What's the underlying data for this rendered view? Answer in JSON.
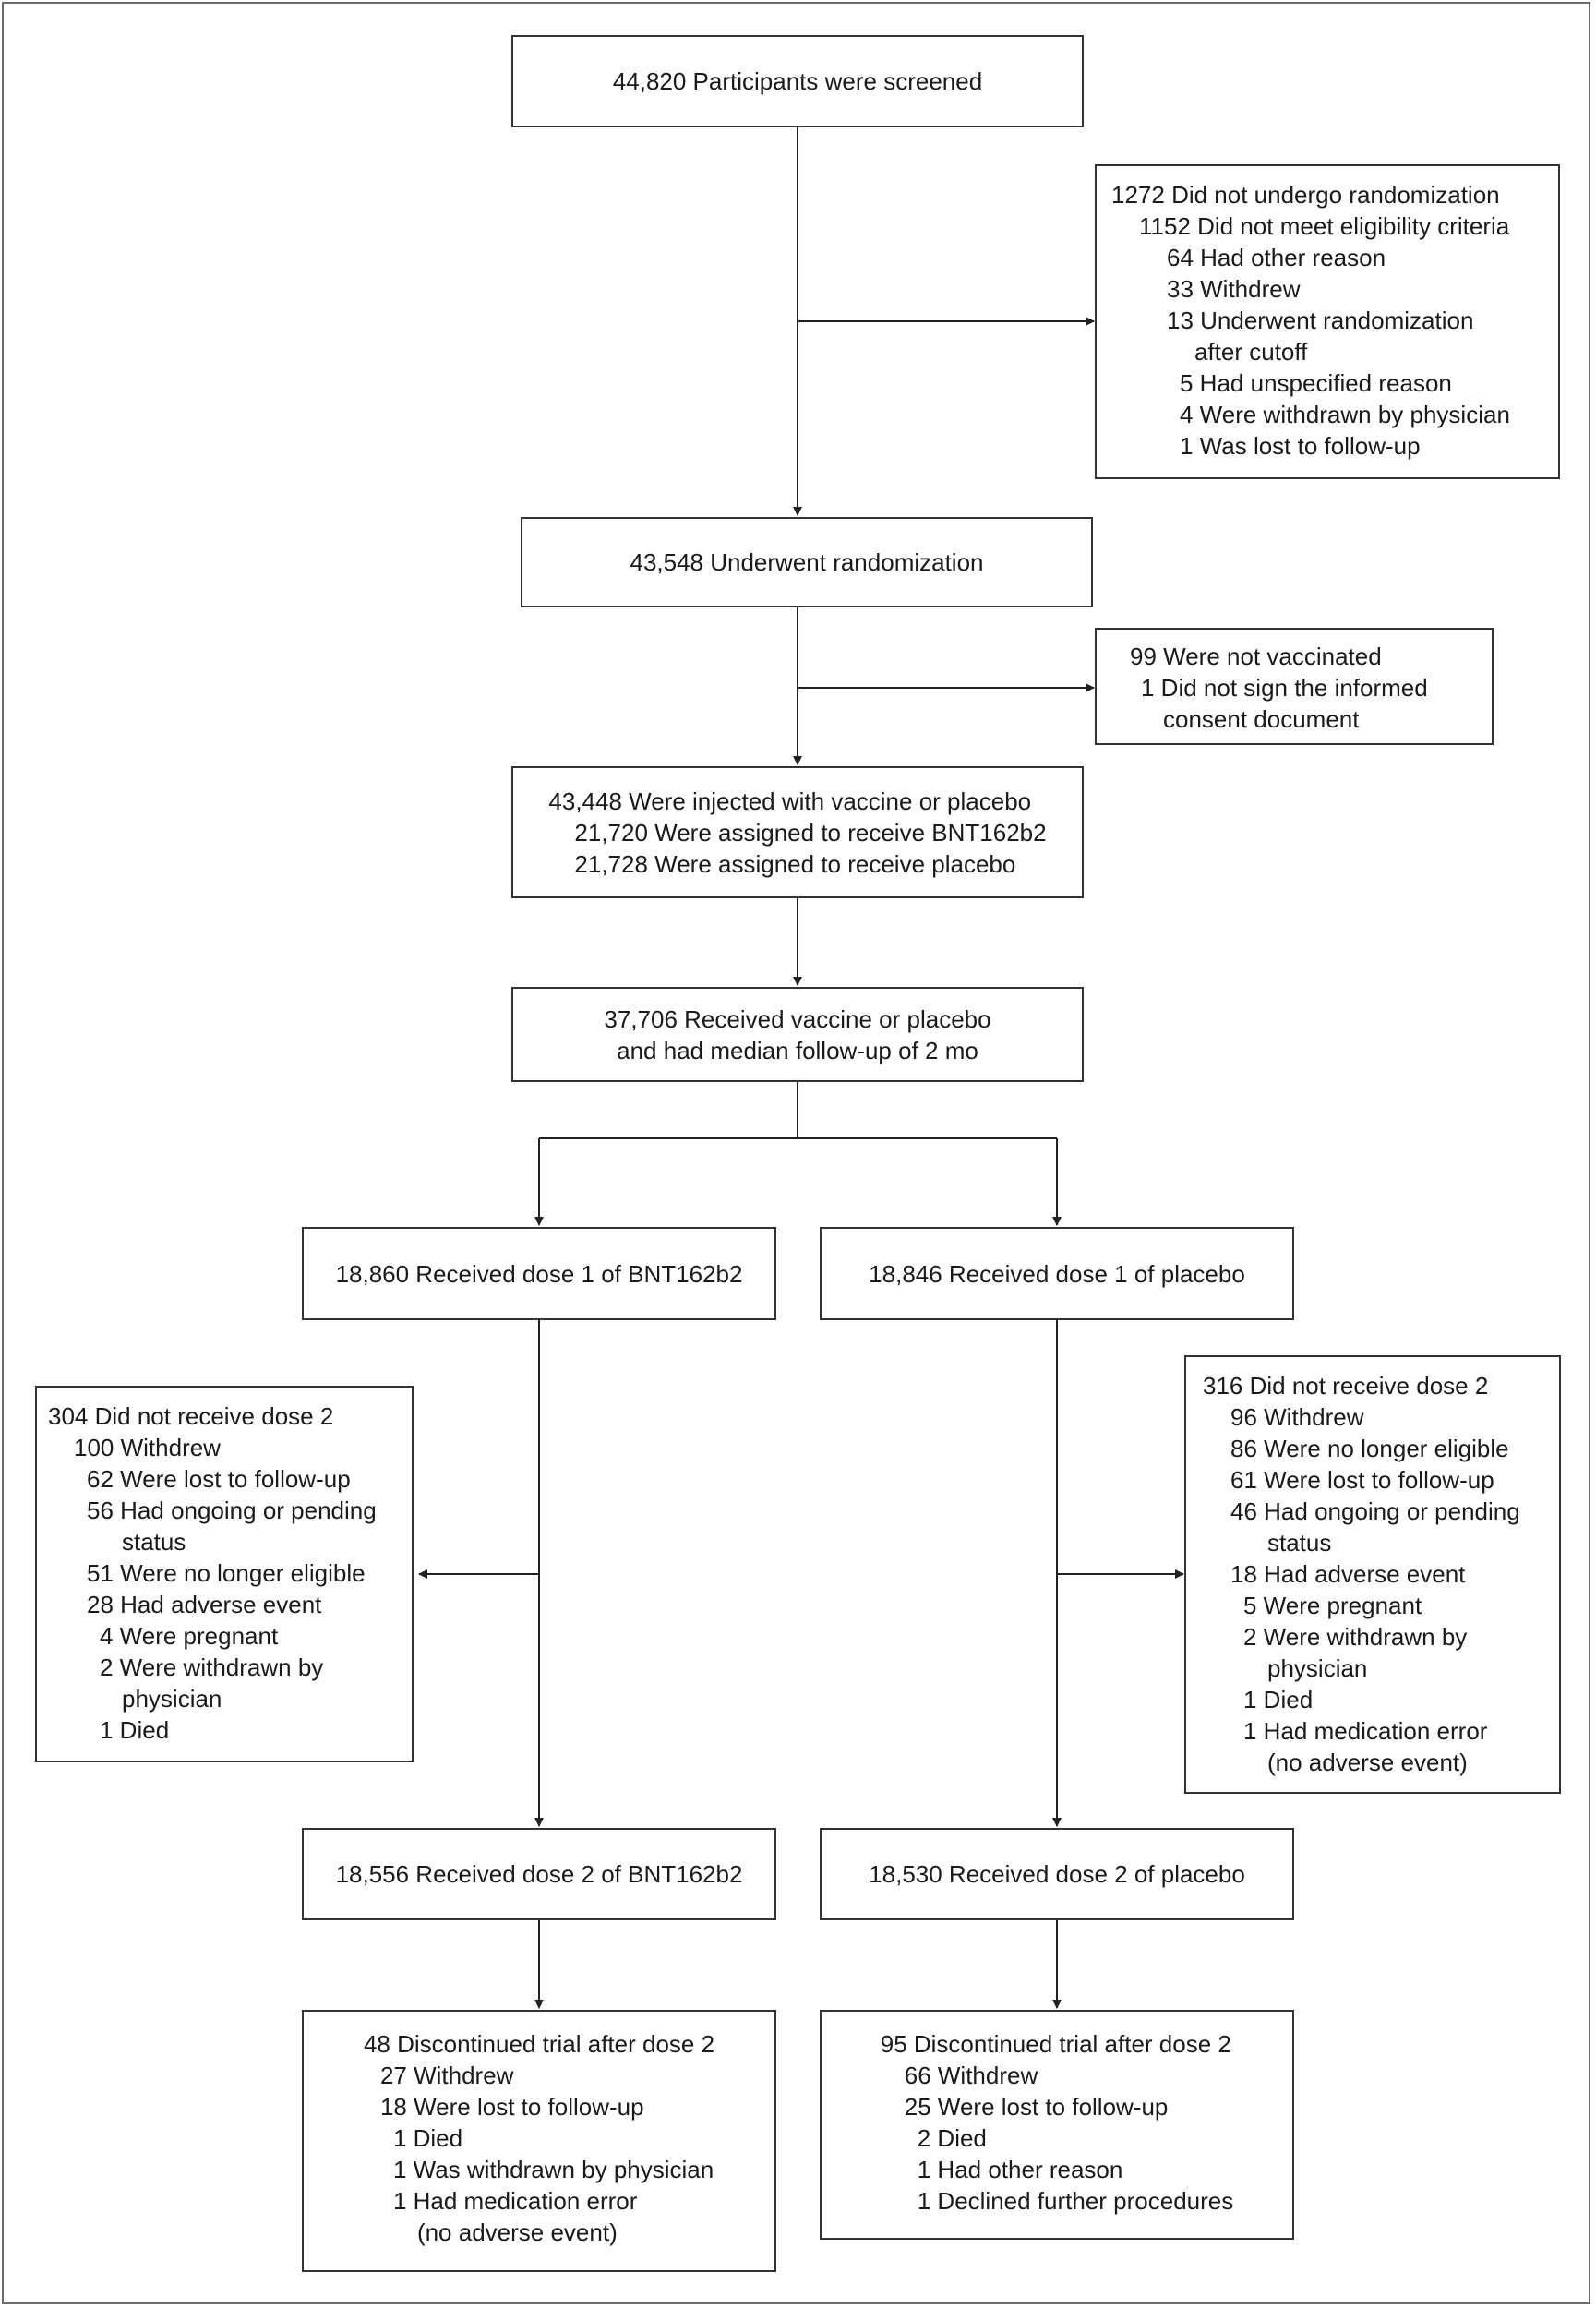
{
  "boxes": {
    "screened": "44,820 Participants were screened",
    "not_randomized": {
      "lines": [
        "1272 Did not undergo randomization",
        "1152 Did not meet eligibility criteria",
        "64 Had other reason",
        "33 Withdrew",
        "13 Underwent randomization",
        "after cutoff",
        "5 Had unspecified reason",
        "4 Were withdrawn by physician",
        "1 Was lost to follow-up"
      ]
    },
    "randomized": "43,548 Underwent randomization",
    "not_vaccinated": {
      "lines": [
        "99 Were not vaccinated",
        "1 Did not sign the informed",
        "consent document"
      ]
    },
    "injected": {
      "lines": [
        "43,448 Were injected with vaccine or placebo",
        "21,720 Were assigned to receive BNT162b2",
        "21,728 Were assigned to receive placebo"
      ]
    },
    "received_followup": {
      "lines": [
        "37,706 Received vaccine or placebo",
        "and had median follow-up of 2 mo"
      ]
    },
    "bnt_dose1": "18,860 Received dose 1 of BNT162b2",
    "placebo_dose1": "18,846 Received dose 1 of placebo",
    "bnt_no_dose2": {
      "lines": [
        "304 Did not receive dose 2",
        "100 Withdrew",
        "62 Were lost to follow-up",
        "56 Had ongoing or pending",
        "status",
        "51 Were no longer eligible",
        "28 Had adverse event",
        "4 Were pregnant",
        "2 Were withdrawn by",
        "physician",
        "1 Died"
      ]
    },
    "placebo_no_dose2": {
      "lines": [
        "316 Did not receive dose 2",
        "96 Withdrew",
        "86 Were no longer eligible",
        "61 Were lost to follow-up",
        "46 Had ongoing or pending",
        "status",
        "18 Had adverse event",
        "5 Were pregnant",
        "2 Were withdrawn by",
        "physician",
        "1 Died",
        "1 Had medication error",
        "(no adverse event)"
      ]
    },
    "bnt_dose2": "18,556 Received dose 2 of BNT162b2",
    "placebo_dose2": "18,530 Received dose 2 of placebo",
    "bnt_discontinued": {
      "lines": [
        "48 Discontinued trial after dose 2",
        "27 Withdrew",
        "18 Were lost to follow-up",
        "1 Died",
        "1 Was withdrawn by physician",
        "1 Had medication error",
        "(no adverse event)"
      ]
    },
    "placebo_discontinued": {
      "lines": [
        "95 Discontinued trial after dose 2",
        "66 Withdrew",
        "25 Were lost to follow-up",
        "2 Died",
        "1 Had other reason",
        "1 Declined further procedures"
      ]
    }
  },
  "colors": {
    "border": "#333333",
    "frame": "#6b6b6b",
    "text": "#1a1a1a"
  }
}
